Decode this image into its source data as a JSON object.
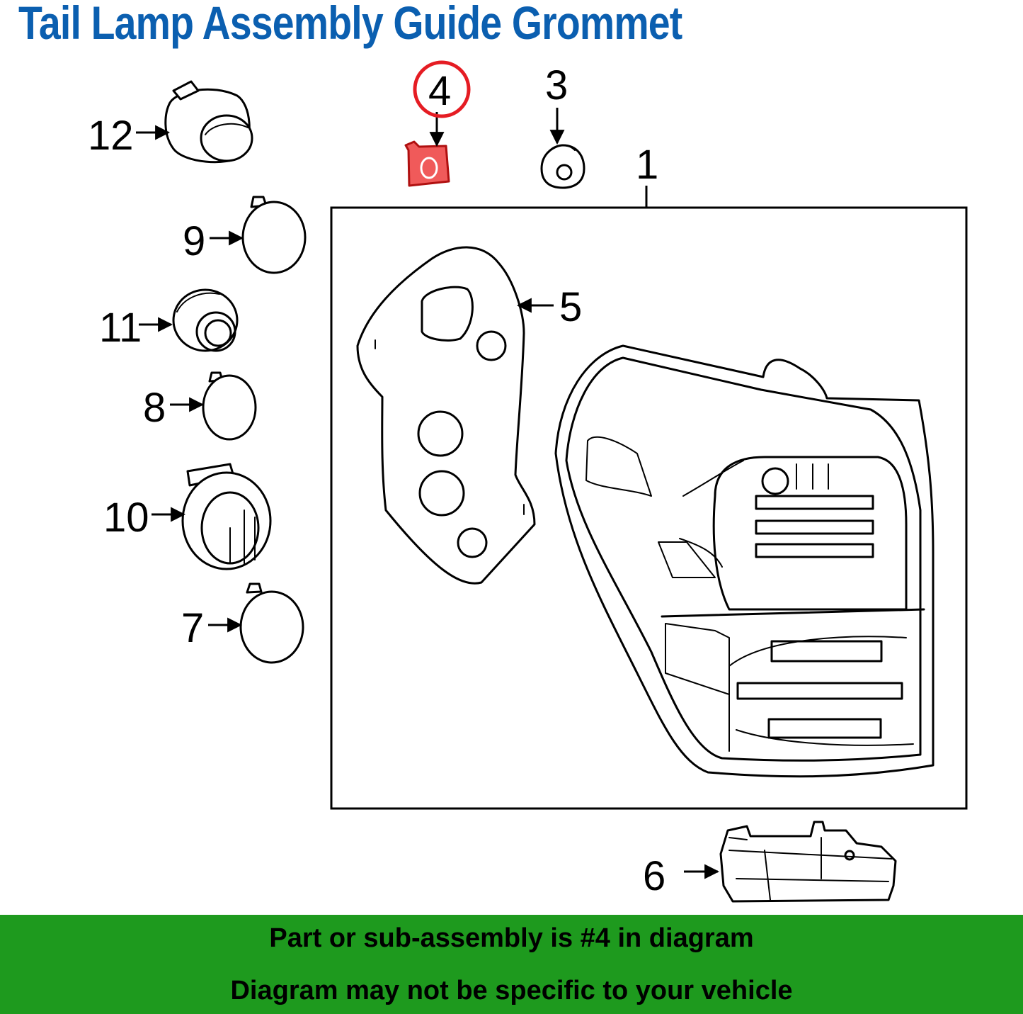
{
  "title": "Tail Lamp Assembly Guide Grommet",
  "callouts": {
    "p1": "1",
    "p3": "3",
    "p4": "4",
    "p5": "5",
    "p6": "6",
    "p7": "7",
    "p8": "8",
    "p9": "9",
    "p10": "10",
    "p11": "11",
    "p12": "12"
  },
  "highlight_color": "#e51c23",
  "highlight_fill": "#f05a5a",
  "footer": {
    "line1": "Part or sub-assembly is #4 in diagram",
    "line2": "Diagram may not be specific to your vehicle",
    "background": "#1e9a1e"
  }
}
